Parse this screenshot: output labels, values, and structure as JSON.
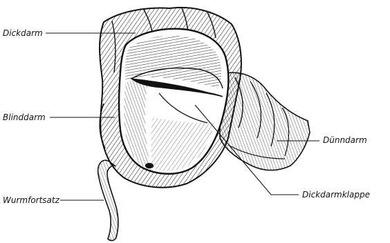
{
  "labels": {
    "dickdarm": "Dickdarm",
    "blinddarm": "Blinddarm",
    "wurmfortsatz": "Wurmfortsatz",
    "duenndarm": "Dünndarm",
    "dickdarmklappe": "Dickdarmklappe"
  },
  "colors": {
    "ink": "#111111",
    "background": "#ffffff"
  }
}
